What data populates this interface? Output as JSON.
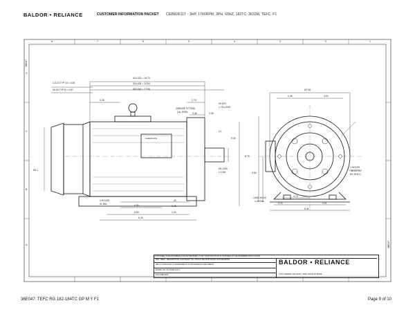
{
  "header": {
    "brand": "BALDOR • RELIANCE",
    "packet": "CUSTOMER INFORMATION PACKET",
    "model": "CEBM3611T - 3HP, 1760RPM, 3PH, 60HZ, 182TC, 3632M, TEFC, F1"
  },
  "drawing": {
    "zones_top": [
      "8",
      "7",
      "6",
      "5",
      "4",
      "3",
      "2",
      "1"
    ],
    "zones_side": [
      "D",
      "C",
      "B",
      "A"
    ],
    "side_left": "36E047",
    "side_right": "36E047",
    "dims": {
      "d1": "1.5-10 TYP 10 = 0.35",
      "d2": "30-33 TYP 8 = 4.00",
      "d3": "414-433 = 16.79",
      "d4": "324-434 = 12.54",
      "d5": "450-446 = 17.06",
      "d6": "3.25",
      "d7": "2.75",
      "d8": "GREASE FITTING",
      "d9": "(1A, END)",
      "d10": "29 KEY",
      "d11": "1.75 LONG",
      "d12": "3.40",
      "d13": "2.00",
      "d14": "0.1",
      "d15": "Ø1.1250",
      "d16": "1.1245",
      "d17": "Ø1.1",
      "d18": "4 HOLES",
      "d19": "41 DIA.",
      "d20": "4.50",
      "d21": "5.50",
      "d22": "6.30",
      "d23": ".20",
      "d24": "2.75",
      "d25": "2.00",
      "d26": "9.40",
      "d27": "8.76",
      "d28": "Ø7.36",
      "d29": "4.39",
      "d30": "4.90",
      "d31": "4.50",
      "d32": "LEAD HOLE",
      "d33": "1.09 DIA.",
      "d34": "3.75",
      "d35": "3.74",
      "d36": "4.21",
      "d37": "8.41",
      "d38": "4 HOLES",
      "d39": ".38-16 TAP",
      "d40": "Ø7.25 B.C.",
      "nameplate": "NAMEPLATE"
    },
    "titleblock": {
      "note": "CUSTOMER IS RESPONSIBLE FOR DETERMINING THAT CONSTRUCTION IS SUITABLE IN THE INTENDED APPLICATION",
      "r1": "REV. DESC: DESCRIPTION COPYRIGHT ALL STOCK BALDOR SHOW THIS DRAWING",
      "r2": "REV  F1     POSITION  F1     APPROVED  91-PT-BCTD/SDCD     DWG  36E047",
      "r3": "MODEL NO.  36-TCMP     SHT  1",
      "r4": "DIN  CMB-5000",
      "brand": "BALDOR • RELIANCE",
      "sub": "FOTO SERIES 182-184TC TEFC RIGID W/ BASE"
    }
  },
  "footer": {
    "left": "36E047: TEFC RG 182-184TC GP M Y F1",
    "right": "Page 9 of 10"
  }
}
